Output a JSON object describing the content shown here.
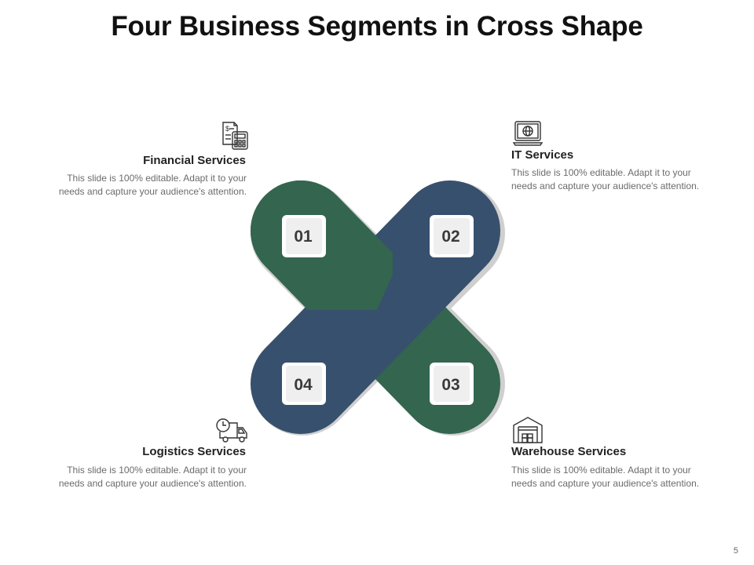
{
  "title": "Four Business Segments in Cross Shape",
  "colors": {
    "green": "#33654F",
    "blue": "#37506D",
    "shadow": "#C9C9C9",
    "box": "#EFEFEF"
  },
  "segments": [
    {
      "number": "01",
      "title": "Financial Services",
      "desc_line1": "This slide is 100% editable. Adapt it to your",
      "desc_line2": "needs and capture your audience's attention.",
      "icon": "calculator-document-icon"
    },
    {
      "number": "02",
      "title": "IT Services",
      "desc_line1": "This slide is 100% editable. Adapt it to your",
      "desc_line2": "needs and capture your audience's attention.",
      "icon": "laptop-globe-icon"
    },
    {
      "number": "03",
      "title": "Warehouse Services",
      "desc_line1": "This slide is 100% editable. Adapt it to your",
      "desc_line2": "needs and capture your audience's attention.",
      "icon": "warehouse-icon"
    },
    {
      "number": "04",
      "title": "Logistics Services",
      "desc_line1": "This slide is 100% editable. Adapt it to your",
      "desc_line2": "needs and capture your audience's attention.",
      "icon": "truck-clock-icon"
    }
  ],
  "page_number": "5"
}
